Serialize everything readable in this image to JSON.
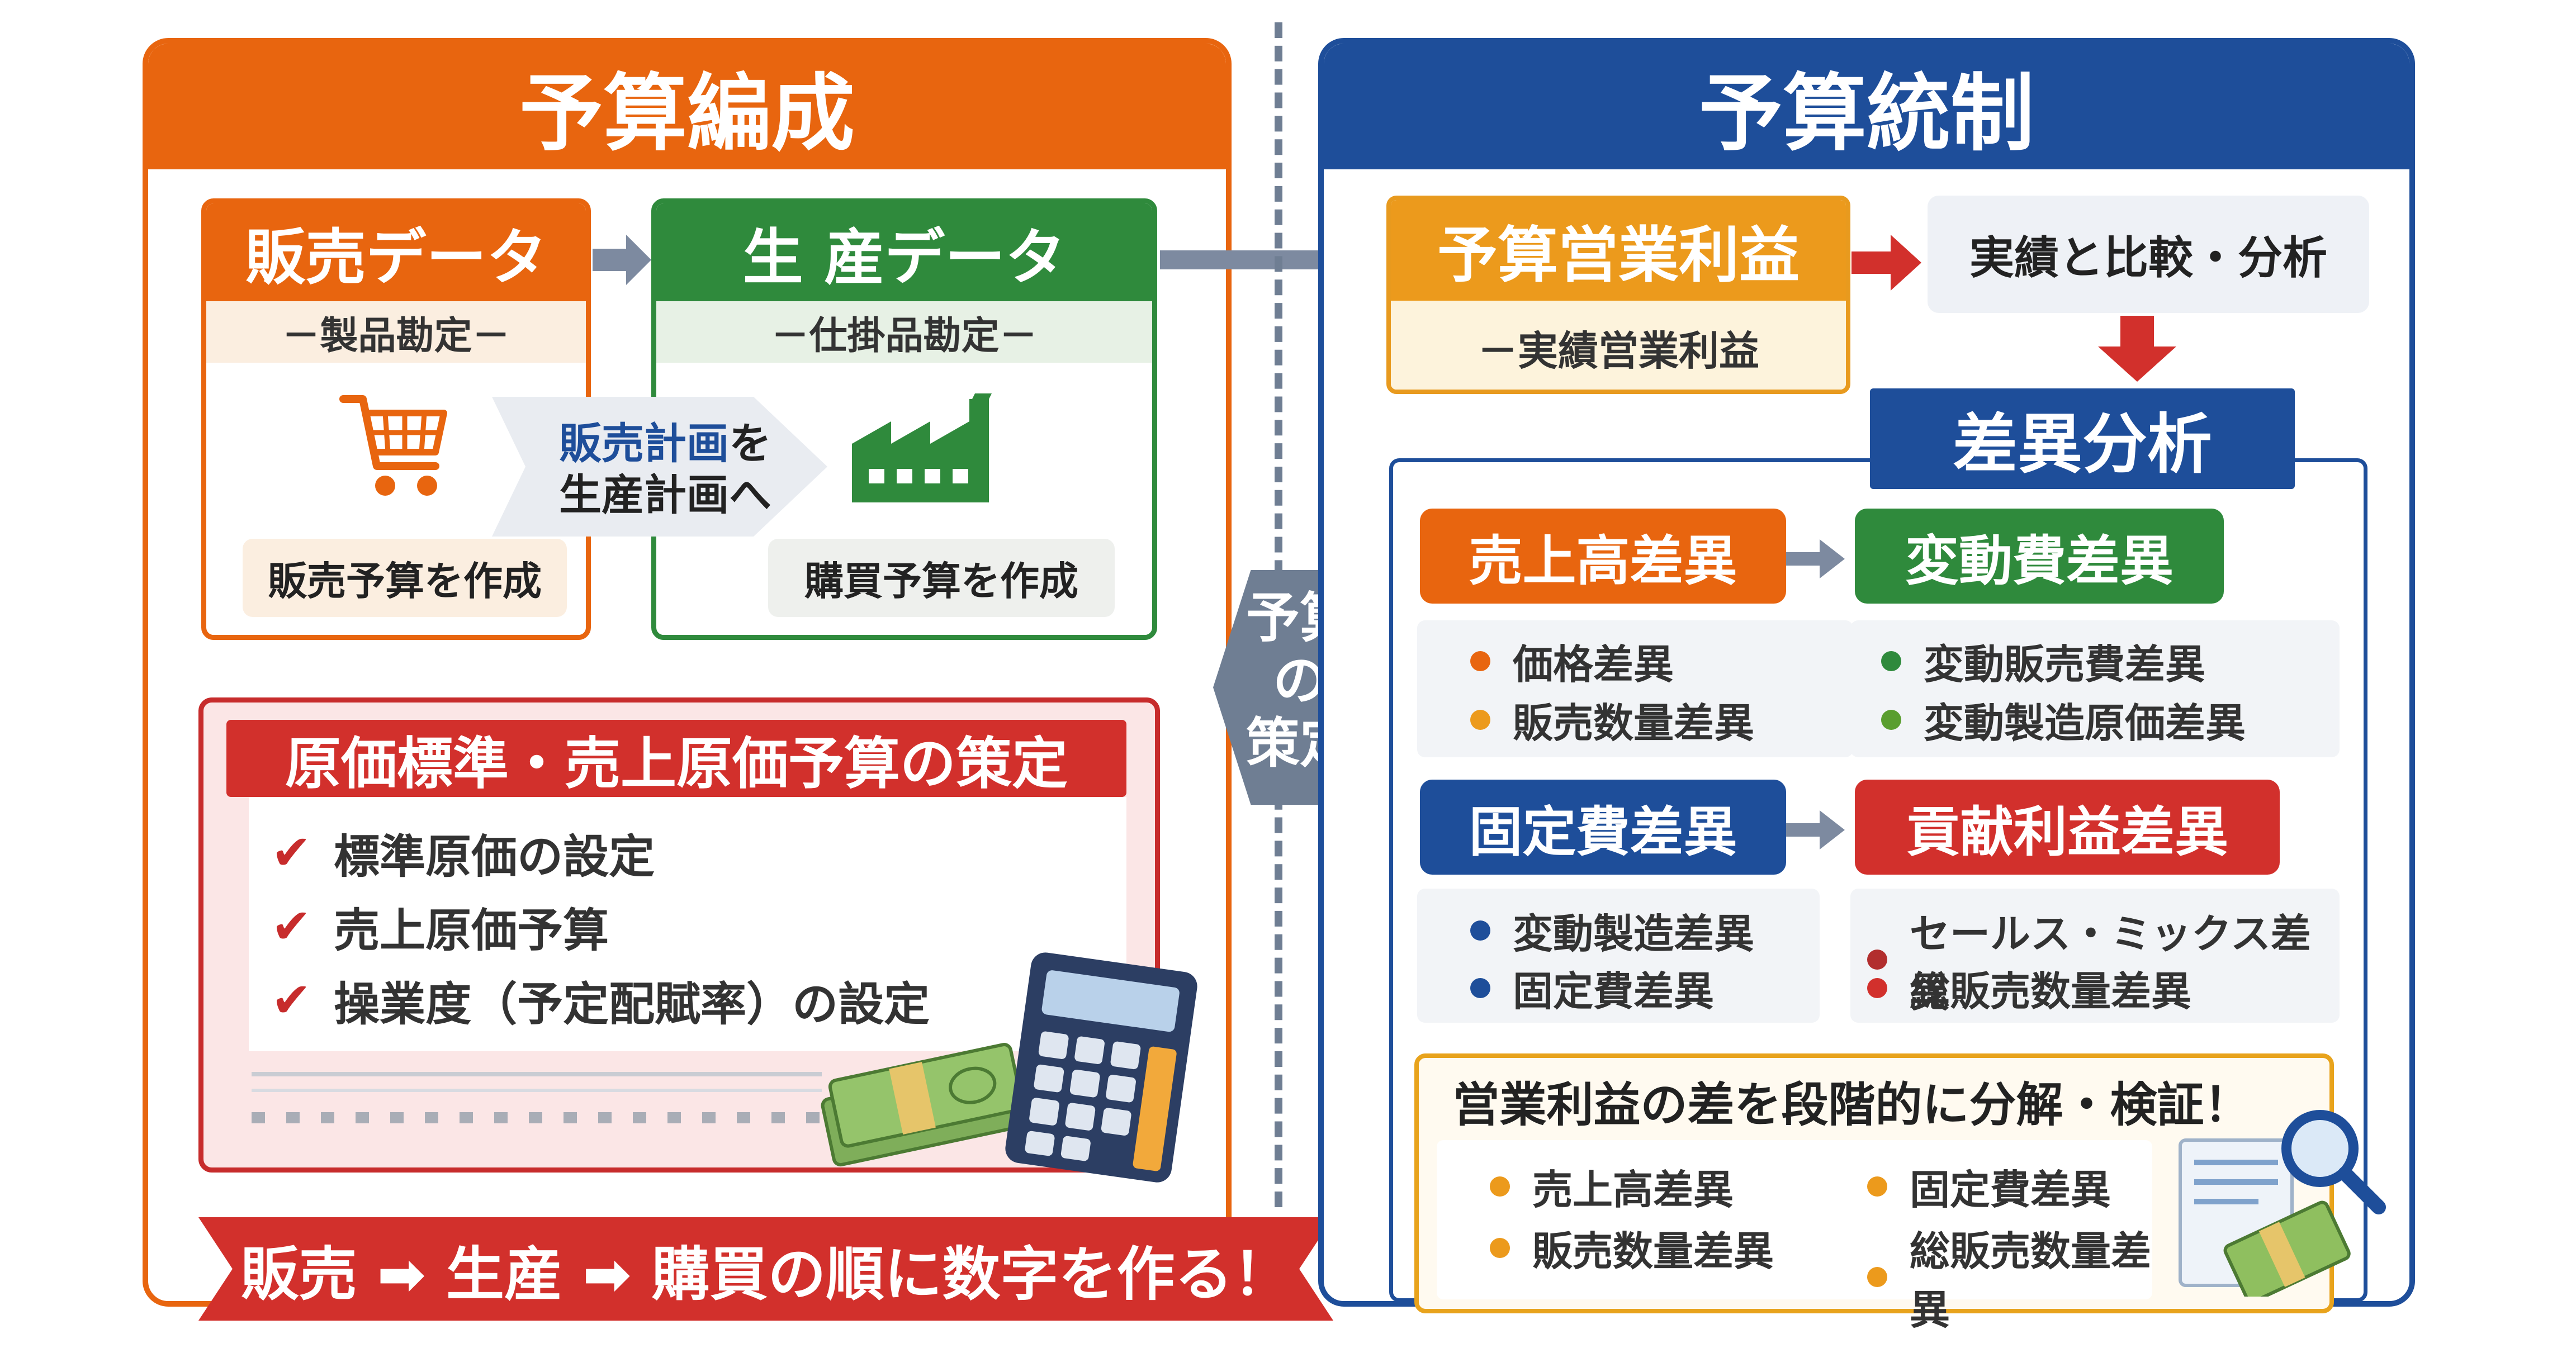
{
  "left_panel": {
    "title": "予算編成",
    "sales_card": {
      "title": "販売データ",
      "subtitle": "－製品勘定－",
      "action": "販売予算を作成"
    },
    "production_card": {
      "title": "生 産データ",
      "subtitle": "－仕掛品勘定－",
      "action": "購買予算を作成"
    },
    "plan_arrow": {
      "line1_highlight": "販売計画",
      "line1_rest": "を",
      "line2": "生産計画へ"
    },
    "standards": {
      "title": "原価標準・売上原価予算の策定",
      "items": [
        "標準原価の設定",
        "売上原価予算",
        "操業度（予定配賦率）の設定"
      ]
    },
    "banner": "販売 ➡ 生産 ➡ 購買の順に数字を作る！"
  },
  "center_label": {
    "line1": "予算",
    "line2": "の",
    "line3": "策定"
  },
  "right_panel": {
    "title": "予算統制",
    "operating_card": {
      "title": "予算営業利益",
      "subtitle": "－実績営業利益"
    },
    "compare_label": "実績と比較・分析",
    "variance_title": "差異分析",
    "groups": [
      {
        "title": "売上高差異",
        "items": [
          "価格差異",
          "販売数量差異"
        ]
      },
      {
        "title": "変動費差異",
        "items": [
          "変動販売費差異",
          "変動製造原価差異"
        ]
      },
      {
        "title": "固定費差異",
        "items": [
          "変動製造差異",
          "固定費差異"
        ]
      },
      {
        "title": "貢献利益差異",
        "items": [
          "セールス・ミックス差異",
          "総販売数量差異"
        ]
      }
    ],
    "summary": {
      "title": "営業利益の差を段階的に分解・検証！",
      "items_left": [
        "売上高差異",
        "販売数量差異"
      ],
      "items_right": [
        "固定費差異",
        "総販売数量差異"
      ]
    }
  },
  "colors": {
    "orange": "#e8650f",
    "green": "#2f8a3c",
    "blue": "#1e4e9a",
    "red": "#d2302c",
    "amber": "#ec9a1c",
    "gray": "#6f7e93"
  },
  "icons": [
    "shopping-cart-icon",
    "factory-icon",
    "check-icon",
    "calculator-icon",
    "money-stack-icon",
    "magnifier-icon",
    "document-icon"
  ]
}
